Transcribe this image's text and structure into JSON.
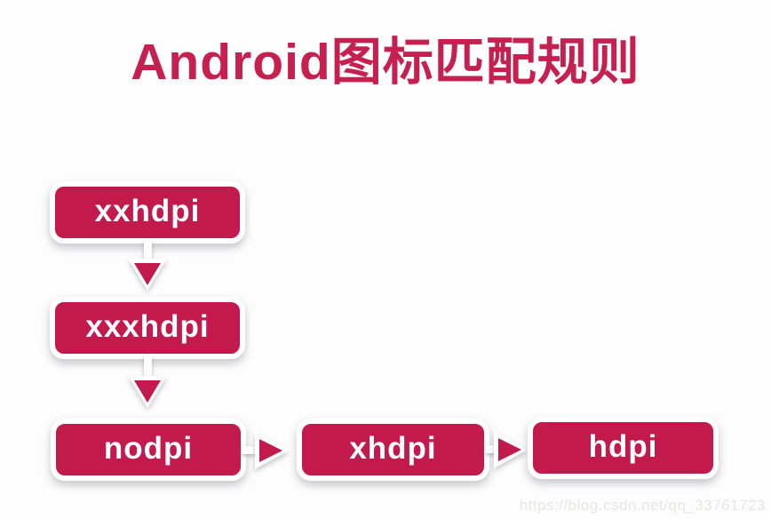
{
  "page": {
    "background_color": "#fdfdfd",
    "watermark": "https://blog.csdn.net/qq_33761723"
  },
  "title": {
    "text": "Android图标匹配规则",
    "color": "#c5204f"
  },
  "diagram": {
    "type": "flowchart",
    "box_fill_color": "#c31a4d",
    "box_border_color": "#ffffff",
    "box_text_color": "#ffffff",
    "arrow_color": "#c31a4d",
    "nodes": [
      {
        "id": "xxhdpi",
        "label": "xxhdpi"
      },
      {
        "id": "xxxhdpi",
        "label": "xxxhdpi"
      },
      {
        "id": "nodpi",
        "label": "nodpi"
      },
      {
        "id": "xhdpi",
        "label": "xhdpi"
      },
      {
        "id": "hdpi",
        "label": "hdpi"
      }
    ],
    "edges": [
      {
        "from": "xxhdpi",
        "to": "xxxhdpi",
        "direction": "down"
      },
      {
        "from": "xxxhdpi",
        "to": "nodpi",
        "direction": "down"
      },
      {
        "from": "nodpi",
        "to": "xhdpi",
        "direction": "right"
      },
      {
        "from": "xhdpi",
        "to": "hdpi",
        "direction": "right"
      }
    ]
  }
}
